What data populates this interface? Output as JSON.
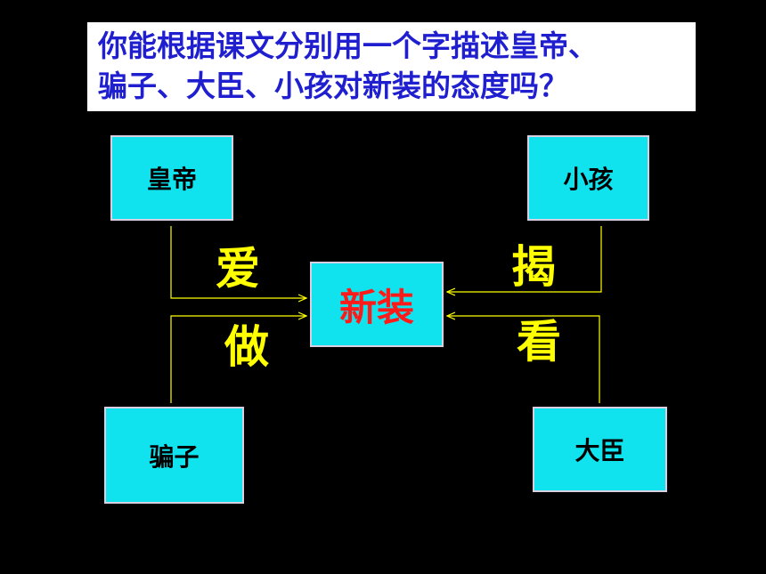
{
  "question": {
    "line1": "你能根据课文分别用一个字描述皇帝、",
    "line2": "骗子、大臣、小孩对新装的态度吗？"
  },
  "nodes": {
    "center": "新装",
    "emperor": "皇帝",
    "child": "小孩",
    "cheats": "骗子",
    "minister": "大臣"
  },
  "answers": {
    "emperor": "爱",
    "cheats": "做",
    "child": "揭",
    "minister": "看"
  },
  "colors": {
    "background": "#000000",
    "question_bg": "#ffffff",
    "question_text": "#1f1fd0",
    "box_fill": "#11e3ee",
    "center_text": "#ff1a1a",
    "answer_text": "#ffff00",
    "arrow": "#ffff00"
  }
}
